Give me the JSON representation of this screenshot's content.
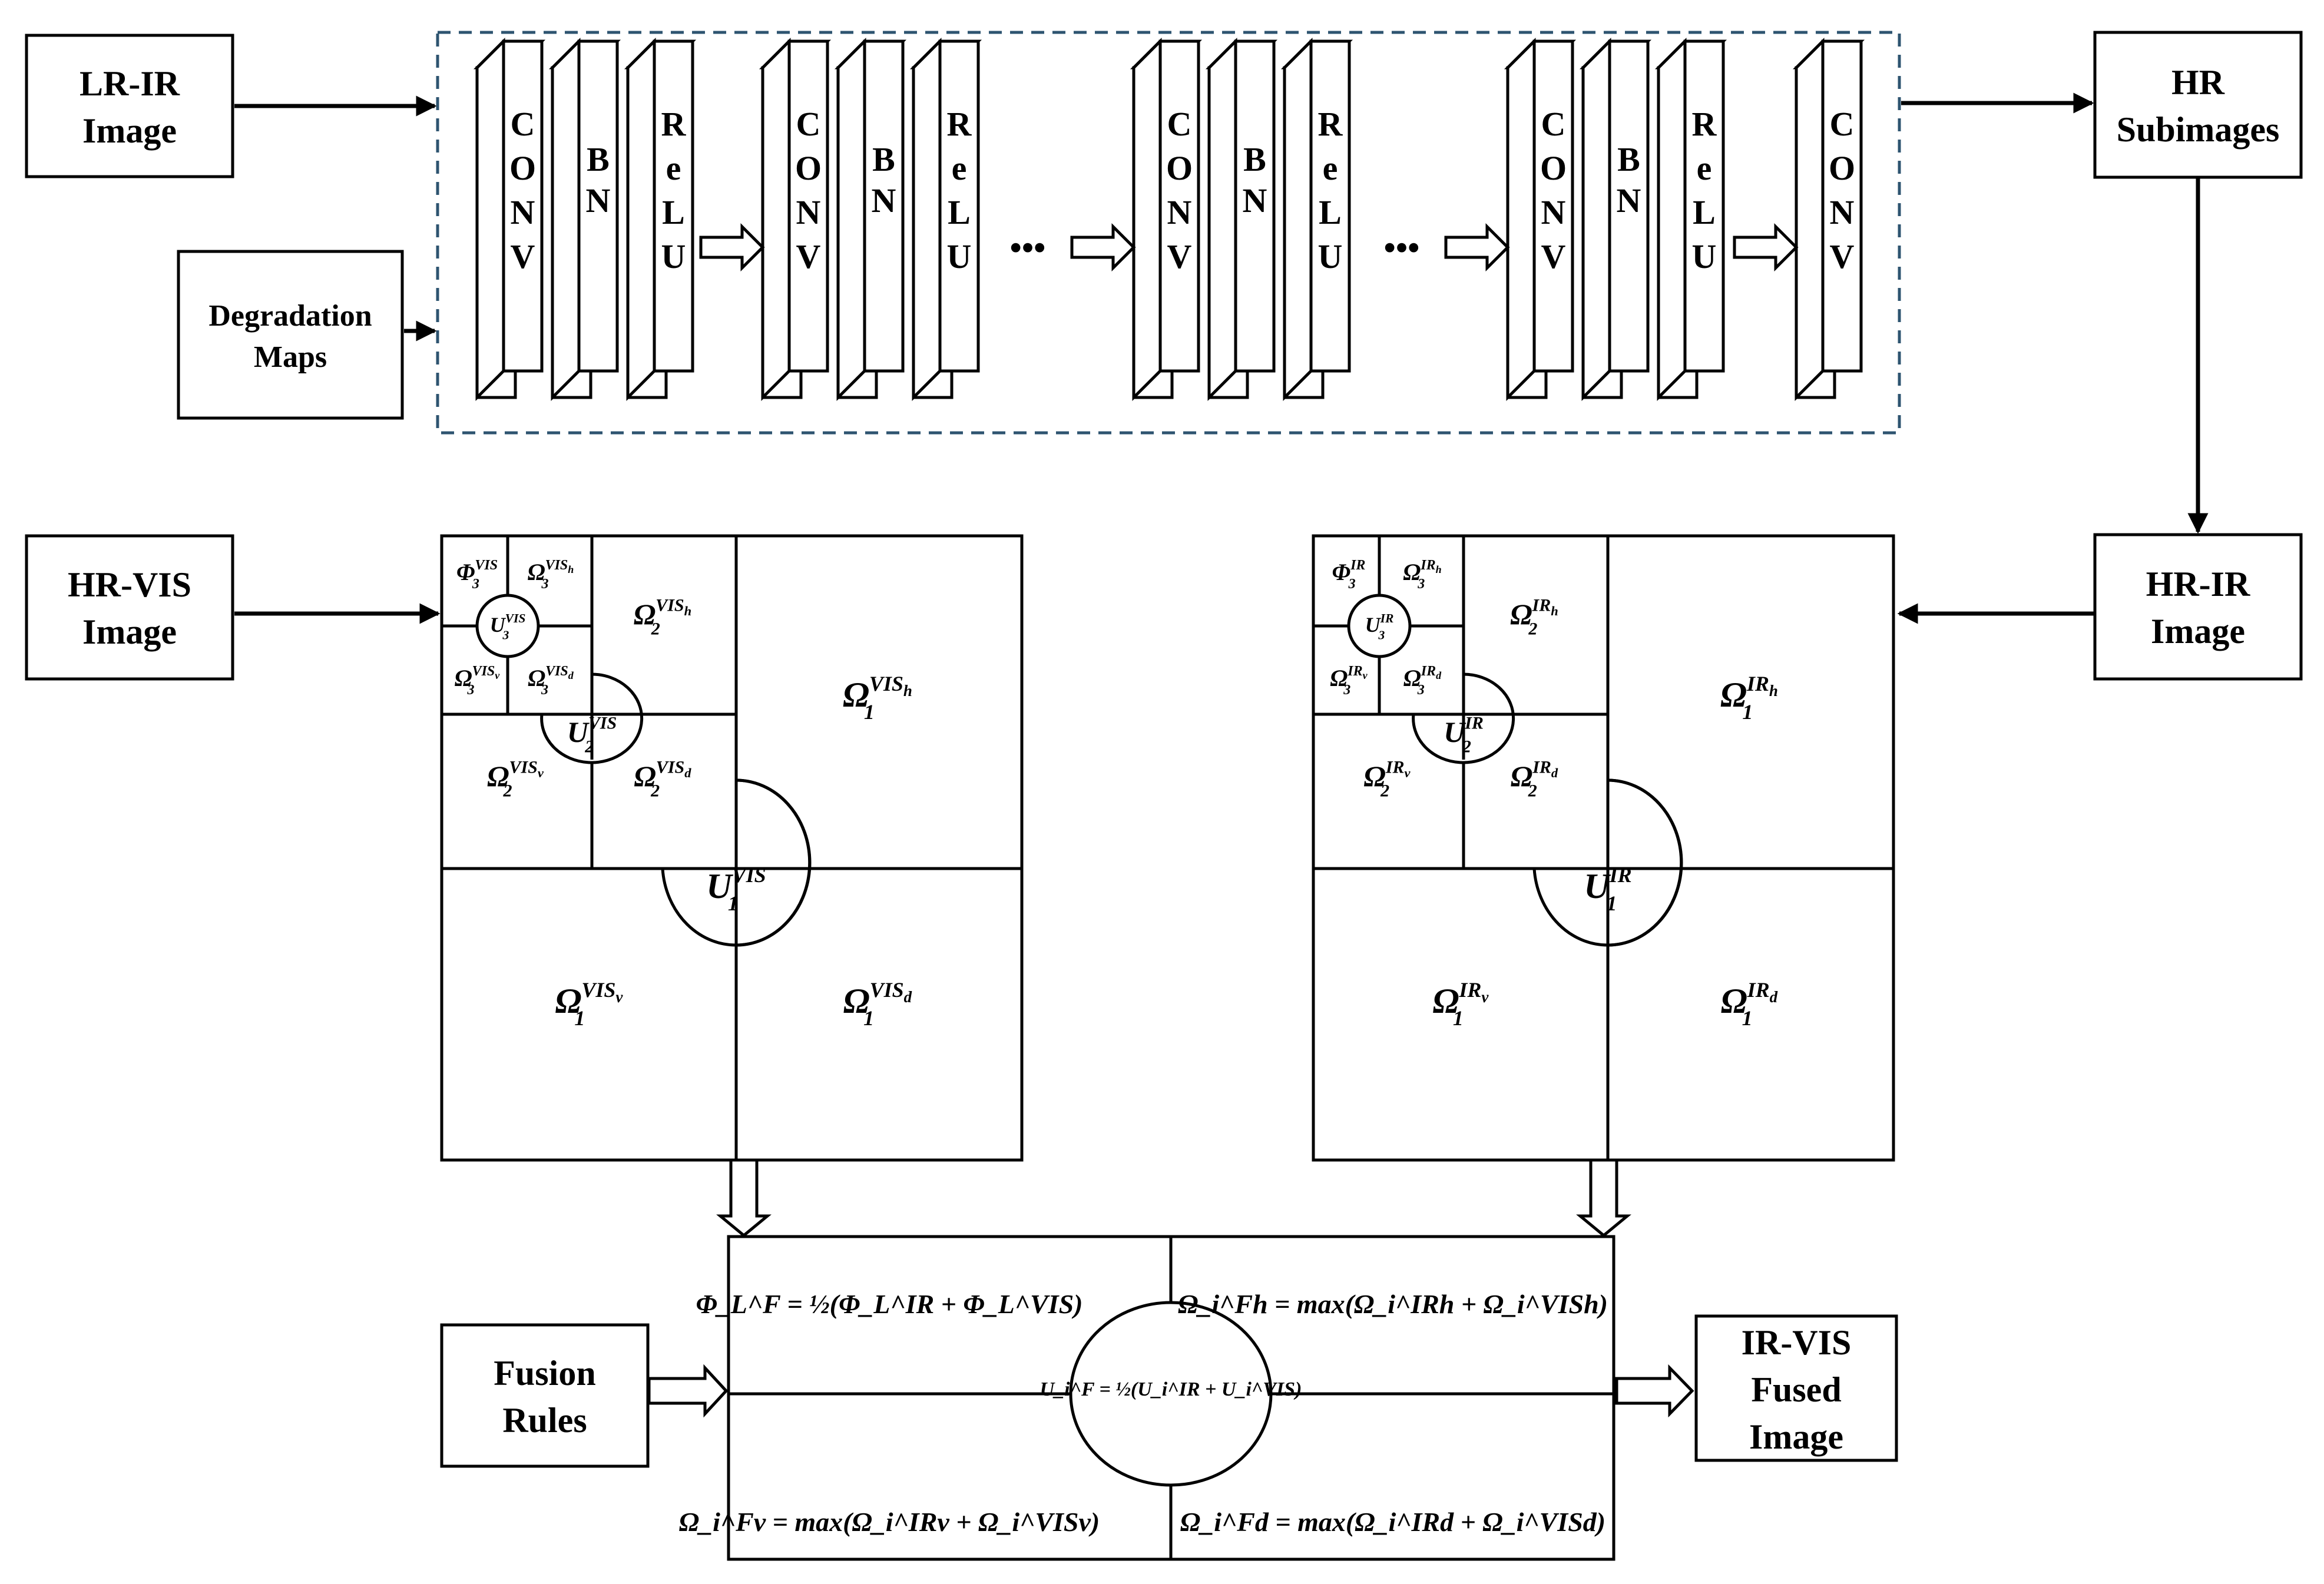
{
  "inputs": {
    "lr_ir": [
      "LR-IR",
      "Image"
    ],
    "degradation": [
      "Degradation",
      "Maps"
    ],
    "hr_vis": [
      "HR-VIS",
      "Image"
    ],
    "hr_subimages": [
      "HR",
      "Subimages"
    ],
    "hr_ir": [
      "HR-IR",
      "Image"
    ],
    "fusion_rules": [
      "Fusion",
      "Rules"
    ],
    "fused": [
      "IR-VIS",
      "Fused",
      "Image"
    ]
  },
  "network": {
    "layers": {
      "conv": "CONV",
      "bn": "BN",
      "relu": "ReLU"
    },
    "ellipsis": "•••"
  },
  "vis_decomposition": {
    "phi3": {
      "base": "Φ",
      "sub": "3",
      "sup": "VIS"
    },
    "omega3h": {
      "base": "Ω",
      "sub": "3",
      "sup": "VIS",
      "supsub": "h"
    },
    "omega3v": {
      "base": "Ω",
      "sub": "3",
      "sup": "VIS",
      "supsub": "v"
    },
    "omega3d": {
      "base": "Ω",
      "sub": "3",
      "sup": "VIS",
      "supsub": "d"
    },
    "u3": {
      "base": "U",
      "sub": "3",
      "sup": "VIS"
    },
    "omega2h": {
      "base": "Ω",
      "sub": "2",
      "sup": "VIS",
      "supsub": "h"
    },
    "omega2v": {
      "base": "Ω",
      "sub": "2",
      "sup": "VIS",
      "supsub": "v"
    },
    "omega2d": {
      "base": "Ω",
      "sub": "2",
      "sup": "VIS",
      "supsub": "d"
    },
    "u2": {
      "base": "U",
      "sub": "2",
      "sup": "VIS"
    },
    "omega1h": {
      "base": "Ω",
      "sub": "1",
      "sup": "VIS",
      "supsub": "h"
    },
    "omega1v": {
      "base": "Ω",
      "sub": "1",
      "sup": "VIS",
      "supsub": "v"
    },
    "omega1d": {
      "base": "Ω",
      "sub": "1",
      "sup": "VIS",
      "supsub": "d"
    },
    "u1": {
      "base": "U",
      "sub": "1",
      "sup": "VIS"
    }
  },
  "ir_decomposition": {
    "phi3": {
      "base": "Φ",
      "sub": "3",
      "sup": "IR"
    },
    "omega3h": {
      "base": "Ω",
      "sub": "3",
      "sup": "IR",
      "supsub": "h"
    },
    "omega3v": {
      "base": "Ω",
      "sub": "3",
      "sup": "IR",
      "supsub": "v"
    },
    "omega3d": {
      "base": "Ω",
      "sub": "3",
      "sup": "IR",
      "supsub": "d"
    },
    "u3": {
      "base": "U",
      "sub": "3",
      "sup": "IR"
    },
    "omega2h": {
      "base": "Ω",
      "sub": "2",
      "sup": "IR",
      "supsub": "h"
    },
    "omega2v": {
      "base": "Ω",
      "sub": "2",
      "sup": "IR",
      "supsub": "v"
    },
    "omega2d": {
      "base": "Ω",
      "sub": "2",
      "sup": "IR",
      "supsub": "d"
    },
    "u2": {
      "base": "U",
      "sub": "2",
      "sup": "IR"
    },
    "omega1h": {
      "base": "Ω",
      "sub": "1",
      "sup": "IR",
      "supsub": "h"
    },
    "omega1v": {
      "base": "Ω",
      "sub": "1",
      "sup": "IR",
      "supsub": "v"
    },
    "omega1d": {
      "base": "Ω",
      "sub": "1",
      "sup": "IR",
      "supsub": "d"
    },
    "u1": {
      "base": "U",
      "sub": "1",
      "sup": "IR"
    }
  },
  "fusion": {
    "phi_rule": "Φ_L^F = ½(Φ_L^IR + Φ_L^VIS)",
    "omega_h_rule": "Ω_i^Fh = max(Ω_i^IRh + Ω_i^VISh)",
    "omega_v_rule": "Ω_i^Fv = max(Ω_i^IRv + Ω_i^VISv)",
    "omega_d_rule": "Ω_i^Fd = max(Ω_i^IRd + Ω_i^VISd)",
    "u_rule": "U_i^F = ½(U_i^IR + U_i^VIS)"
  },
  "colors": {
    "stroke": "#000000",
    "dashed_border": "#2e5470",
    "background": "#ffffff"
  }
}
